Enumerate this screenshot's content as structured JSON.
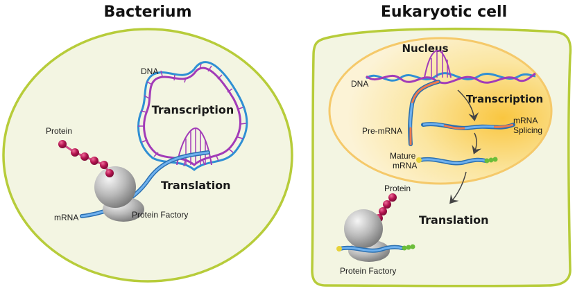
{
  "bacterium": {
    "title": "Bacterium",
    "dna_label": "DNA",
    "transcription_label": "Transcription",
    "protein_label": "Protein",
    "translation_label": "Translation",
    "mrna_label": "mRNA",
    "factory_label": "Protein Factory"
  },
  "eukaryote": {
    "title": "Eukaryotic cell",
    "nucleus_label": "Nucleus",
    "dna_label": "DNA",
    "transcription_label": "Transcription",
    "premrna_label": "Pre-mRNA",
    "splicing_label_1": "mRNA",
    "splicing_label_2": "Splicing",
    "mature_label_1": "Mature",
    "mature_label_2": "mRNA",
    "protein_label": "Protein",
    "translation_label": "Translation",
    "factory_label": "Protein Factory"
  },
  "colors": {
    "cell_fill": "#f3f5e2",
    "cell_border": "#b7cc3a",
    "nucleus_fill": "#fbe39a",
    "nucleus_border": "#f5c96a",
    "dna_blue": "#2f8fd4",
    "dna_purple": "#a23bb8",
    "mrna_blue": "#4a90d9",
    "exon_orange": "#f07a4a",
    "protein_bead": "#b3134f",
    "ribosome_grey": "#9a9a9a"
  }
}
